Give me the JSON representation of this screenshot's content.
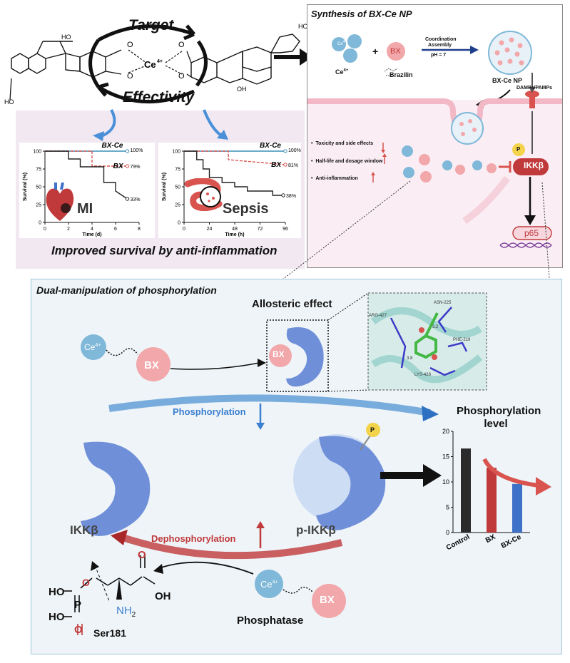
{
  "top": {
    "target_label": "Target",
    "effectivity_label": "Effectivity",
    "ce_center": "Ce",
    "ce_center_sup": "4+",
    "ho_left": "HO",
    "ho_left_bottom": "HO",
    "ho_right": "HO",
    "oh_right": "OH",
    "o_labels": [
      "O",
      "O",
      "O",
      "O"
    ]
  },
  "survival_panel": {
    "caption": "Improved survival by anti-inflammation"
  },
  "chart_data": [
    {
      "type": "line",
      "xlabel": "Time (d)",
      "ylabel": "Survival (%)",
      "x_ticks": [
        0,
        2,
        4,
        6,
        8
      ],
      "y_ticks": [
        0,
        25,
        50,
        75,
        100
      ],
      "xlim": [
        0,
        8
      ],
      "ylim": [
        0,
        100
      ],
      "inset_label": "MI",
      "series": [
        {
          "name": "BX-Ce",
          "color": "#3d8eb9",
          "x": [
            0,
            4,
            7
          ],
          "y": [
            100,
            100,
            100
          ],
          "end_label": "100%"
        },
        {
          "name": "BX",
          "color": "#d9534f",
          "x": [
            0,
            4,
            4,
            7
          ],
          "y": [
            100,
            100,
            79,
            79
          ],
          "end_label": "79%"
        },
        {
          "name": "",
          "color": "#222222",
          "x": [
            0,
            2,
            2,
            3,
            3,
            5,
            5,
            6,
            6,
            7
          ],
          "y": [
            100,
            100,
            89,
            89,
            78,
            78,
            56,
            56,
            44,
            33
          ],
          "end_label": "33%"
        }
      ]
    },
    {
      "type": "line",
      "xlabel": "Time (h)",
      "ylabel": "Survival (%)",
      "x_ticks": [
        0,
        24,
        48,
        72,
        96
      ],
      "y_ticks": [
        0,
        25,
        50,
        75,
        100
      ],
      "xlim": [
        0,
        96
      ],
      "ylim": [
        0,
        100
      ],
      "inset_label": "Sepsis",
      "series": [
        {
          "name": "BX-Ce",
          "color": "#3d8eb9",
          "x": [
            0,
            96
          ],
          "y": [
            100,
            100
          ],
          "end_label": "100%"
        },
        {
          "name": "BX",
          "color": "#d9534f",
          "x": [
            0,
            12,
            12,
            42,
            42,
            96
          ],
          "y": [
            100,
            100,
            100,
            100,
            88,
            81
          ],
          "end_label": "81%"
        },
        {
          "name": "",
          "color": "#222222",
          "x": [
            0,
            12,
            12,
            18,
            18,
            24,
            24,
            36,
            36,
            48,
            48,
            60,
            60,
            84,
            84,
            94
          ],
          "y": [
            100,
            100,
            88,
            88,
            75,
            75,
            63,
            63,
            56,
            56,
            50,
            50,
            44,
            44,
            38,
            38
          ],
          "end_label": "38%"
        }
      ]
    },
    {
      "type": "bar",
      "title": "Phosphorylation level",
      "categories": [
        "Control",
        "BX",
        "BX-Ce"
      ],
      "values": [
        16.6,
        12.8,
        9.6
      ],
      "colors": [
        "#2b2b2b",
        "#c0393b",
        "#3d72c8"
      ],
      "y_ticks": [
        0,
        5,
        10,
        15,
        20
      ],
      "ylim": [
        0,
        20
      ]
    }
  ],
  "synthesis": {
    "title": "Synthesis of BX-Ce  NP",
    "ce_label": "Ce",
    "ce_sup": "4+",
    "plus": "+",
    "bx_label": "BX",
    "brazilin_label": "Brazilin",
    "arrow_label_1": "Coordination",
    "arrow_label_2": "Assembly",
    "arrow_label_3": "pH = 7",
    "np_label": "BX-Ce  NP",
    "damps_label": "DAMPs/PAMPs",
    "bullets": [
      "Toxicity and side effects",
      "Half-life and dosage window",
      "Anti-inflammation"
    ],
    "p_label": "P",
    "ikkb_label": "IKKβ",
    "p65_label": "p65"
  },
  "bottom": {
    "title": "Dual-manipulation of phosphorylation",
    "allosteric_label": "Allosteric effect",
    "residues": [
      "ARG-427",
      "ASN-225",
      "PHE-219",
      "LYS-428"
    ],
    "distances": [
      "3.2",
      "3.8"
    ],
    "phosphorylation_label": "Phosphorylation",
    "dephosphorylation_label": "Dephosphorylation",
    "ikkb_label": "IKKβ",
    "p_ikkb_label": "p-IKKβ",
    "ce_label": "Ce",
    "ce_sup": "4+",
    "bx_label": "BX",
    "p_label": "P",
    "phosphatase_label": "Phosphatase",
    "ser_label": "Ser181",
    "chem": {
      "ho1": "HO",
      "ho2": "HO",
      "p": "P",
      "o1": "O",
      "o2": "O",
      "o3": "O",
      "oh": "OH",
      "nh": "NH",
      "nh_sub": "2"
    }
  }
}
